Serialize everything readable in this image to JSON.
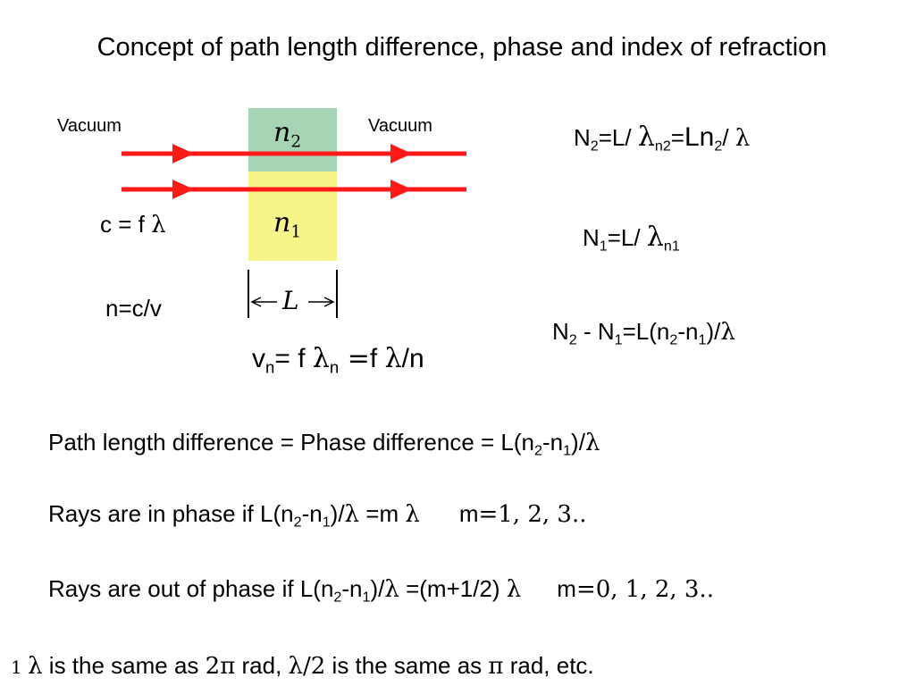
{
  "title": "Concept of path length difference, phase and  index of refraction",
  "diagram": {
    "left_label": "Vacuum",
    "right_label": "Vacuum",
    "medium_top_label": "n",
    "medium_top_sub": "2",
    "medium_bottom_label": "n",
    "medium_bottom_sub": "1",
    "length_label": "L",
    "colors": {
      "ray": "#ff1a1a",
      "medium_top": "#a6d4b4",
      "medium_bottom": "#f5f58a"
    }
  },
  "equations": {
    "c_eq": {
      "lhs": "c = f ",
      "sym": "λ"
    },
    "n_eq": "n=c/v",
    "v_eq": {
      "v": "v",
      "v_sub": "n",
      "mid": "= f ",
      "lam": "λ",
      "lam_sub": "n",
      "eq": " =",
      "f": "f ",
      "lam2": "λ",
      "tail": "/n"
    },
    "N2_eq": {
      "N": "N",
      "N_sub": "2",
      "a": "=L/ ",
      "lam": "λ",
      "lam_sub": "n2",
      "b": "=",
      "c": "Ln",
      "c_sub": "2",
      "d": "/ ",
      "lam2": "λ"
    },
    "N1_eq": {
      "N": "N",
      "N_sub": "1",
      "a": "=L/ ",
      "lam": "λ",
      "lam_sub": "n1"
    },
    "diff_eq": {
      "N2": "N",
      "N2_sub": "2",
      "mid": " - N",
      "N1_sub": "1",
      "a": "=L(n",
      "a_sub": "2",
      "b": "-n",
      "b_sub": "1",
      "c": ")/",
      "lam": "λ"
    }
  },
  "statements": {
    "path": {
      "text": "Path length difference = Phase difference = L(n",
      "sub2": "2",
      "mid": "-n",
      "sub1": "1",
      "end": ")/",
      "lam": "λ"
    },
    "in_phase": {
      "text": "Rays are in phase if L(n",
      "sub2": "2",
      "mid": "-n",
      "sub1": "1",
      "end": ")/",
      "lam": "λ",
      "eq": " =m ",
      "lam2": "λ",
      "m": "m",
      "m_vals": "=1, 2, 3.."
    },
    "out_phase": {
      "text": "Rays are out of phase if L(n",
      "sub2": "2",
      "mid": "-n",
      "sub1": "1",
      "end": ")/",
      "lam": "λ",
      "eq": " =(m+1/2) ",
      "lam2": "λ",
      "m": "m",
      "m_vals": "=0, 1, 2, 3.."
    },
    "rad": {
      "one": "1 ",
      "lam": "λ",
      "a": " is the same as ",
      "twopi": "2π",
      "b": " rad, ",
      "lamhalf": "λ/2",
      "c": " is the same as ",
      "pi": "π",
      "d": " rad, etc."
    }
  }
}
